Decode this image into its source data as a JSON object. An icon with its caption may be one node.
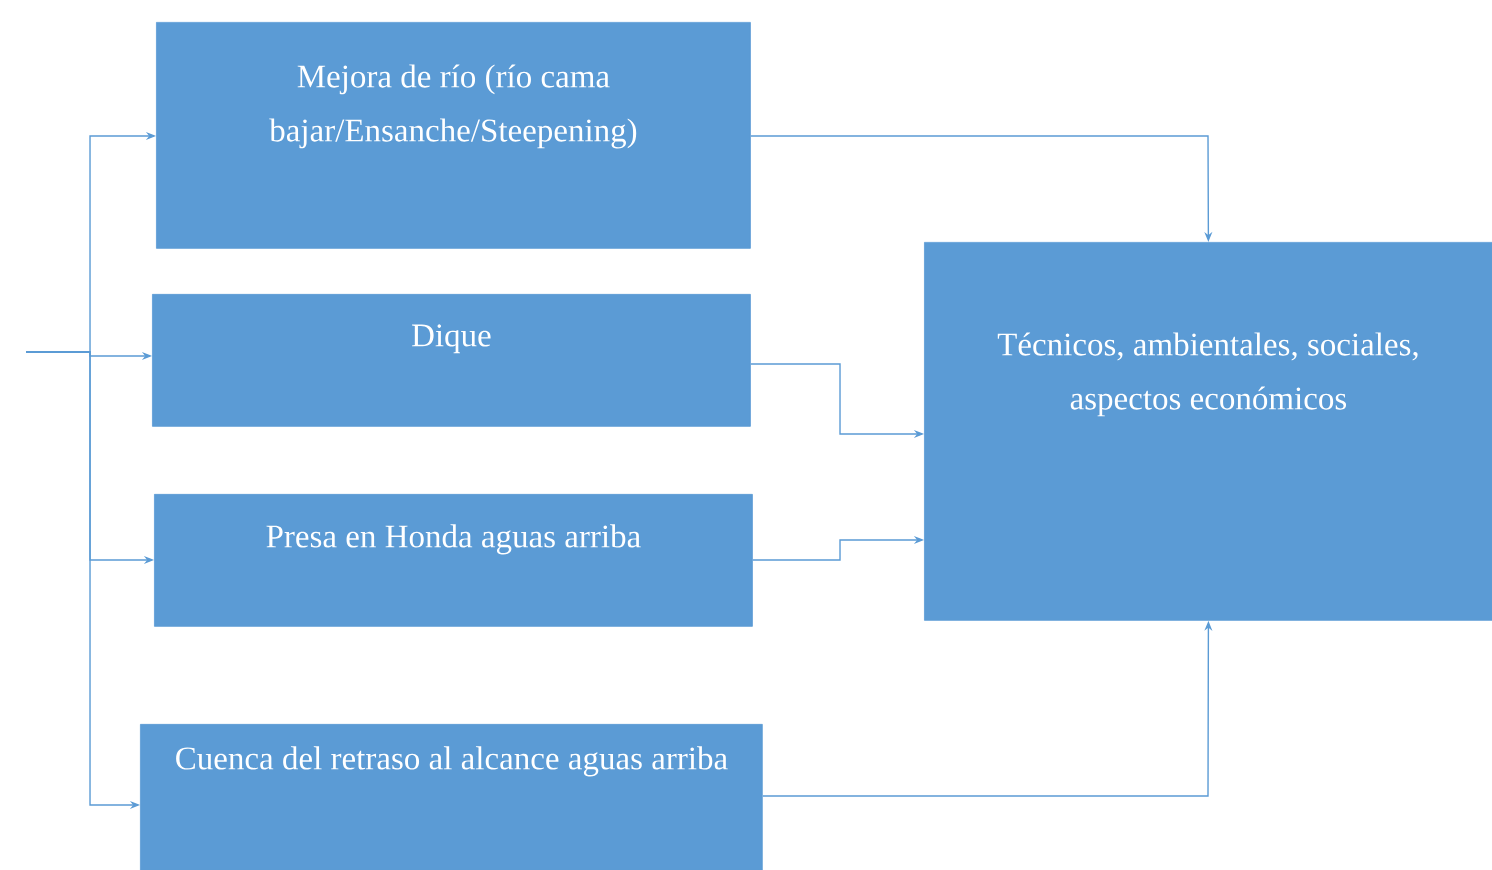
{
  "diagram": {
    "nodes": [
      {
        "text": [
          "Mejora de río (río cama bajar/Ensanche/Steepening)"
        ]
      },
      {
        "text": [
          "Dique"
        ]
      },
      {
        "text": [
          "Presa en Honda aguas arriba"
        ]
      },
      {
        "text": [
          "Cuenca del retraso al alcance aguas arriba"
        ]
      },
      {
        "text": [
          "Técnicos, ambientales, sociales, aspectos económicos"
        ]
      }
    ],
    "edges": [
      {
        "from": null,
        "to": 0,
        "arrow": "to"
      },
      {
        "from": null,
        "to": 1,
        "arrow": "to"
      },
      {
        "from": null,
        "to": 2,
        "arrow": "to"
      },
      {
        "from": null,
        "to": 3,
        "arrow": "to"
      },
      {
        "from": 0,
        "to": 4,
        "arrow": "to"
      },
      {
        "from": 1,
        "to": 4,
        "arrow": "to"
      },
      {
        "from": 2,
        "to": 4,
        "arrow": "to"
      },
      {
        "from": 3,
        "to": 4,
        "arrow": "to"
      }
    ]
  }
}
